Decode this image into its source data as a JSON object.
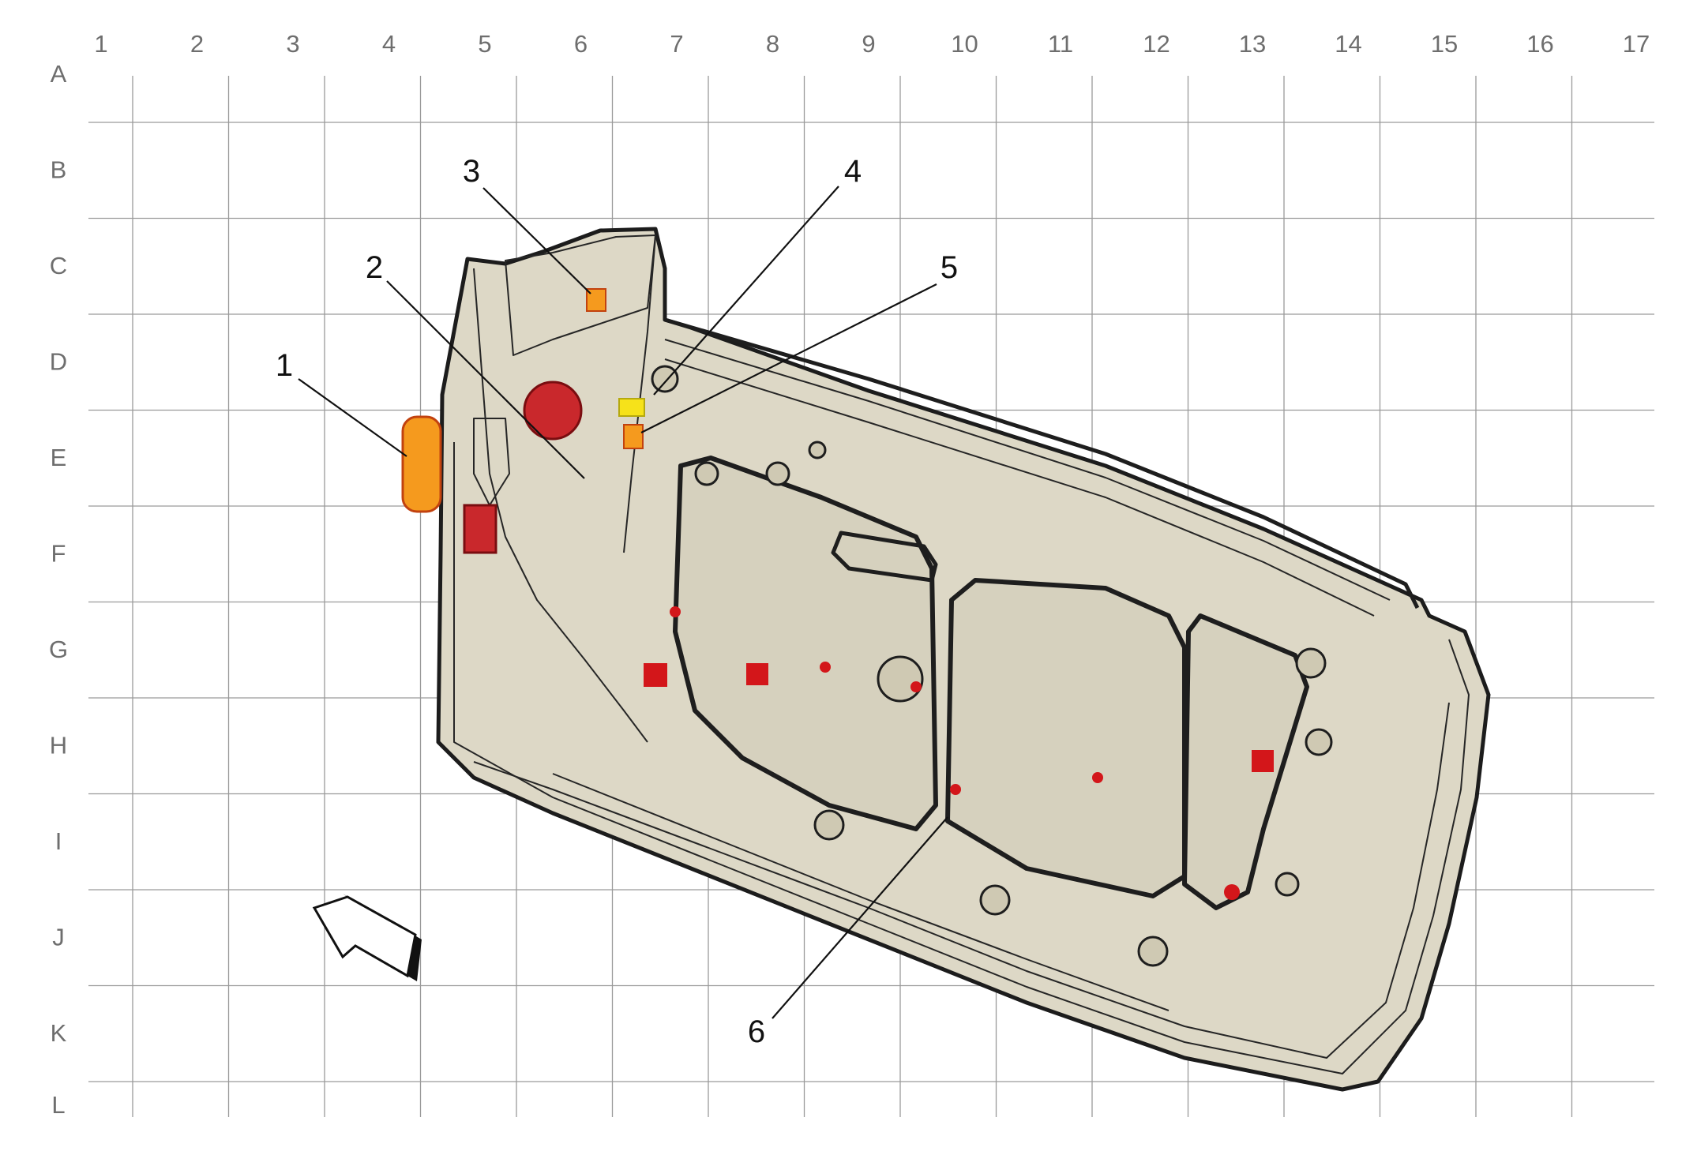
{
  "grid": {
    "columns": [
      "1",
      "2",
      "3",
      "4",
      "5",
      "6",
      "7",
      "8",
      "9",
      "10",
      "11",
      "12",
      "13",
      "14",
      "15",
      "16",
      "17"
    ],
    "rows": [
      "A",
      "B",
      "C",
      "D",
      "E",
      "F",
      "G",
      "H",
      "I",
      "J",
      "K",
      "L"
    ]
  },
  "callouts": [
    {
      "id": "1",
      "label": "1"
    },
    {
      "id": "2",
      "label": "2"
    },
    {
      "id": "3",
      "label": "3"
    },
    {
      "id": "4",
      "label": "4"
    },
    {
      "id": "5",
      "label": "5"
    },
    {
      "id": "6",
      "label": "6"
    }
  ],
  "colors": {
    "harness": "#d3161a",
    "component_orange": "#f59a1e",
    "component_yellow": "#f6e21a",
    "door_panel": "#ddd8c6",
    "grid": "#9a9a9a"
  },
  "icons": {
    "direction": "direction-arrow-icon"
  }
}
